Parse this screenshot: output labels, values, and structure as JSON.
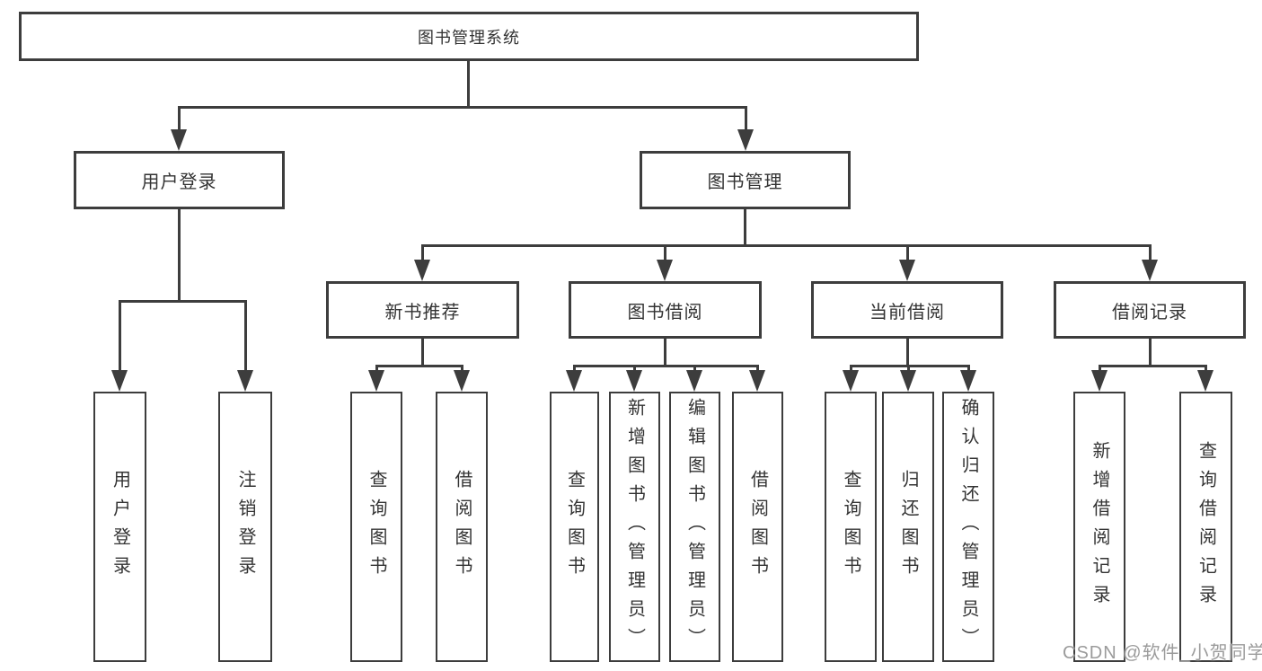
{
  "tree": {
    "label": "图书管理系统",
    "children": [
      {
        "label": "用户登录",
        "children": [
          {
            "label": "用户登录"
          },
          {
            "label": "注销登录"
          }
        ]
      },
      {
        "label": "图书管理",
        "children": [
          {
            "label": "新书推荐",
            "children": [
              {
                "label": "查询图书"
              },
              {
                "label": "借阅图书"
              }
            ]
          },
          {
            "label": "图书借阅",
            "children": [
              {
                "label": "查询图书"
              },
              {
                "label": "新增图书（管理员）"
              },
              {
                "label": "编辑图书（管理员）"
              },
              {
                "label": "借阅图书"
              }
            ]
          },
          {
            "label": "当前借阅",
            "children": [
              {
                "label": "查询图书"
              },
              {
                "label": "归还图书"
              },
              {
                "label": "确认归还（管理员）"
              }
            ]
          },
          {
            "label": "借阅记录",
            "children": [
              {
                "label": "新增借阅记录"
              },
              {
                "label": "查询借阅记录"
              }
            ]
          }
        ]
      }
    ]
  },
  "watermark": "CSDN @软件_小贺同学",
  "colors": {
    "line": "#3d3d3d",
    "text": "#333333",
    "watermark": "#9b9b9b",
    "background": "#ffffff"
  }
}
